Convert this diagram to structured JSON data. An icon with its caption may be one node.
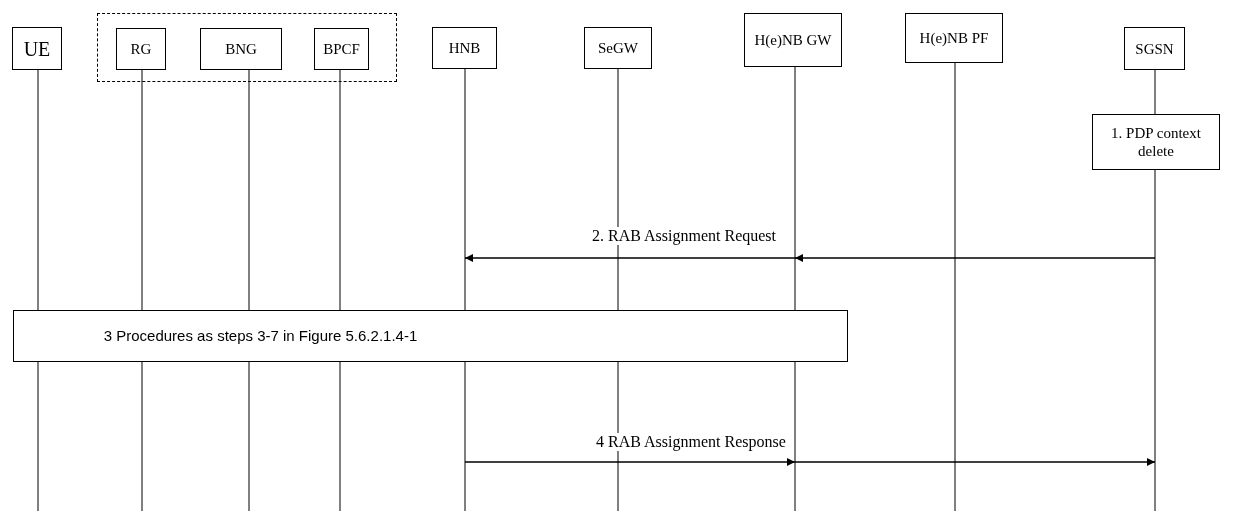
{
  "diagram": {
    "nodes": [
      {
        "text": [],
        "shape": "box"
      },
      {
        "text": [
          "UE"
        ]
      },
      {
        "text": [
          "RG"
        ],
        "in": 0
      },
      {
        "text": [
          "BNG"
        ],
        "in": 0
      },
      {
        "text": [
          "BPCF"
        ],
        "in": 0
      },
      {
        "text": [
          "HNB"
        ]
      },
      {
        "text": [
          "SeGW"
        ]
      },
      {
        "text": [
          "H(e)NB GW"
        ]
      },
      {
        "text": [
          "H(e)NB PF"
        ]
      },
      {
        "text": [
          "SGSN"
        ]
      },
      {
        "text": [
          "1. PDP context delete"
        ]
      },
      {
        "text": [
          "3 Procedures as steps 3-7 in Figure 5.6.2.1.4-1"
        ]
      }
    ],
    "edges": [
      {
        "from": 9,
        "to": 7,
        "arrow": "to"
      },
      {
        "from": 7,
        "to": 5,
        "arrow": "to",
        "label": "2.  RAB Assignment Request"
      },
      {
        "from": 5,
        "to": 7,
        "arrow": "to",
        "label": "4  RAB Assignment Response"
      },
      {
        "from": 7,
        "to": 9,
        "arrow": "to"
      }
    ]
  }
}
